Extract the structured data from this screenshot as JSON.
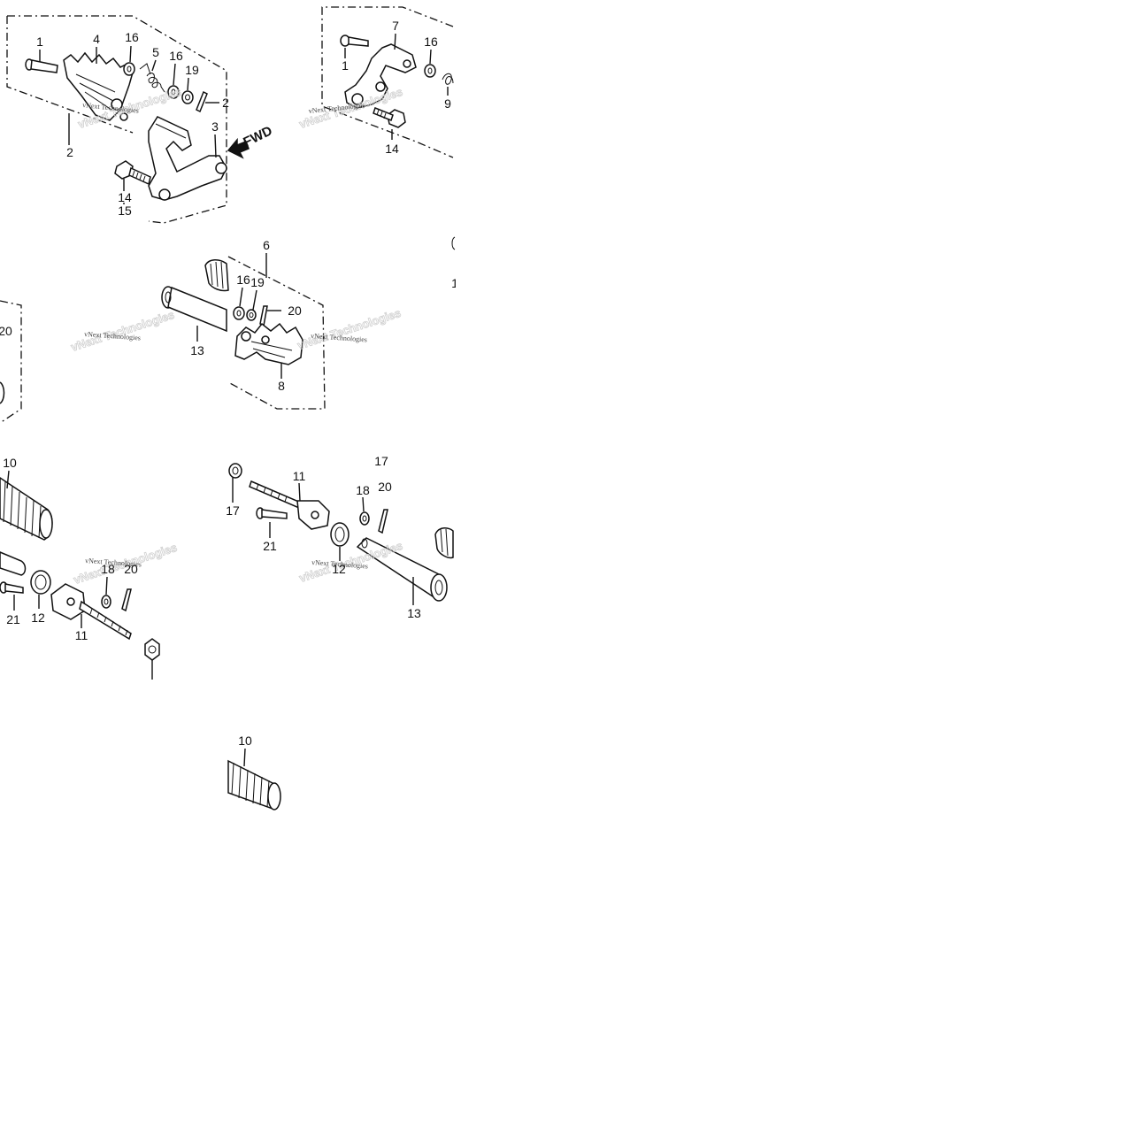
{
  "watermark": {
    "text": "vNext Technologies",
    "ghost_text": "vNext Technologies"
  },
  "labels": {
    "l1a": "1",
    "l4": "4",
    "l16a": "16",
    "l5": "5",
    "l16b": "16",
    "l19a": "19",
    "l2tail": "2",
    "l2": "2",
    "l3": "3",
    "l14a": "14",
    "l15": "15",
    "fwd": "FWD",
    "l7": "7",
    "l1b": "1",
    "l16c": "16",
    "l9": "9",
    "l14b": "14",
    "l6": "6",
    "l16d": "16",
    "l19b": "19",
    "l20a": "20",
    "l13a": "13",
    "l8": "8",
    "l20left": "20",
    "l10a": "10",
    "l18a": "18",
    "l20b": "20",
    "l21a": "21",
    "l12a": "12",
    "l11a": "11",
    "l17a": "17",
    "l17b": "17",
    "l11b": "11",
    "l18b": "18",
    "l20c": "20",
    "l21b": "21",
    "l12b": "12",
    "l13b": "13",
    "l10b": "10",
    "l1right": "1"
  }
}
